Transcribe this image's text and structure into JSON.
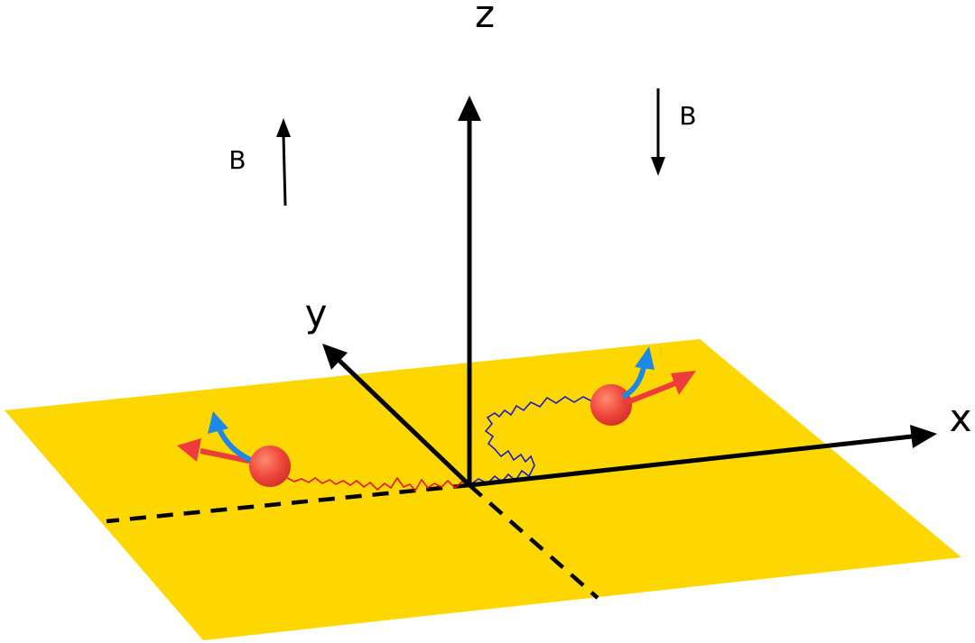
{
  "axes": {
    "x_label": "x",
    "y_label": "y",
    "z_label": "z"
  },
  "fields": {
    "left_label": "B",
    "right_label": "B",
    "left_direction": "up",
    "right_direction": "down"
  },
  "colors": {
    "plane": "#FFD700",
    "axis": "#000000",
    "particle": "#F04A3E",
    "velocity_arrow": "#EE3B3B",
    "spin_arrow": "#1E88E5",
    "left_trajectory": "#E8141B",
    "right_trajectory": "#1A1AC8"
  }
}
